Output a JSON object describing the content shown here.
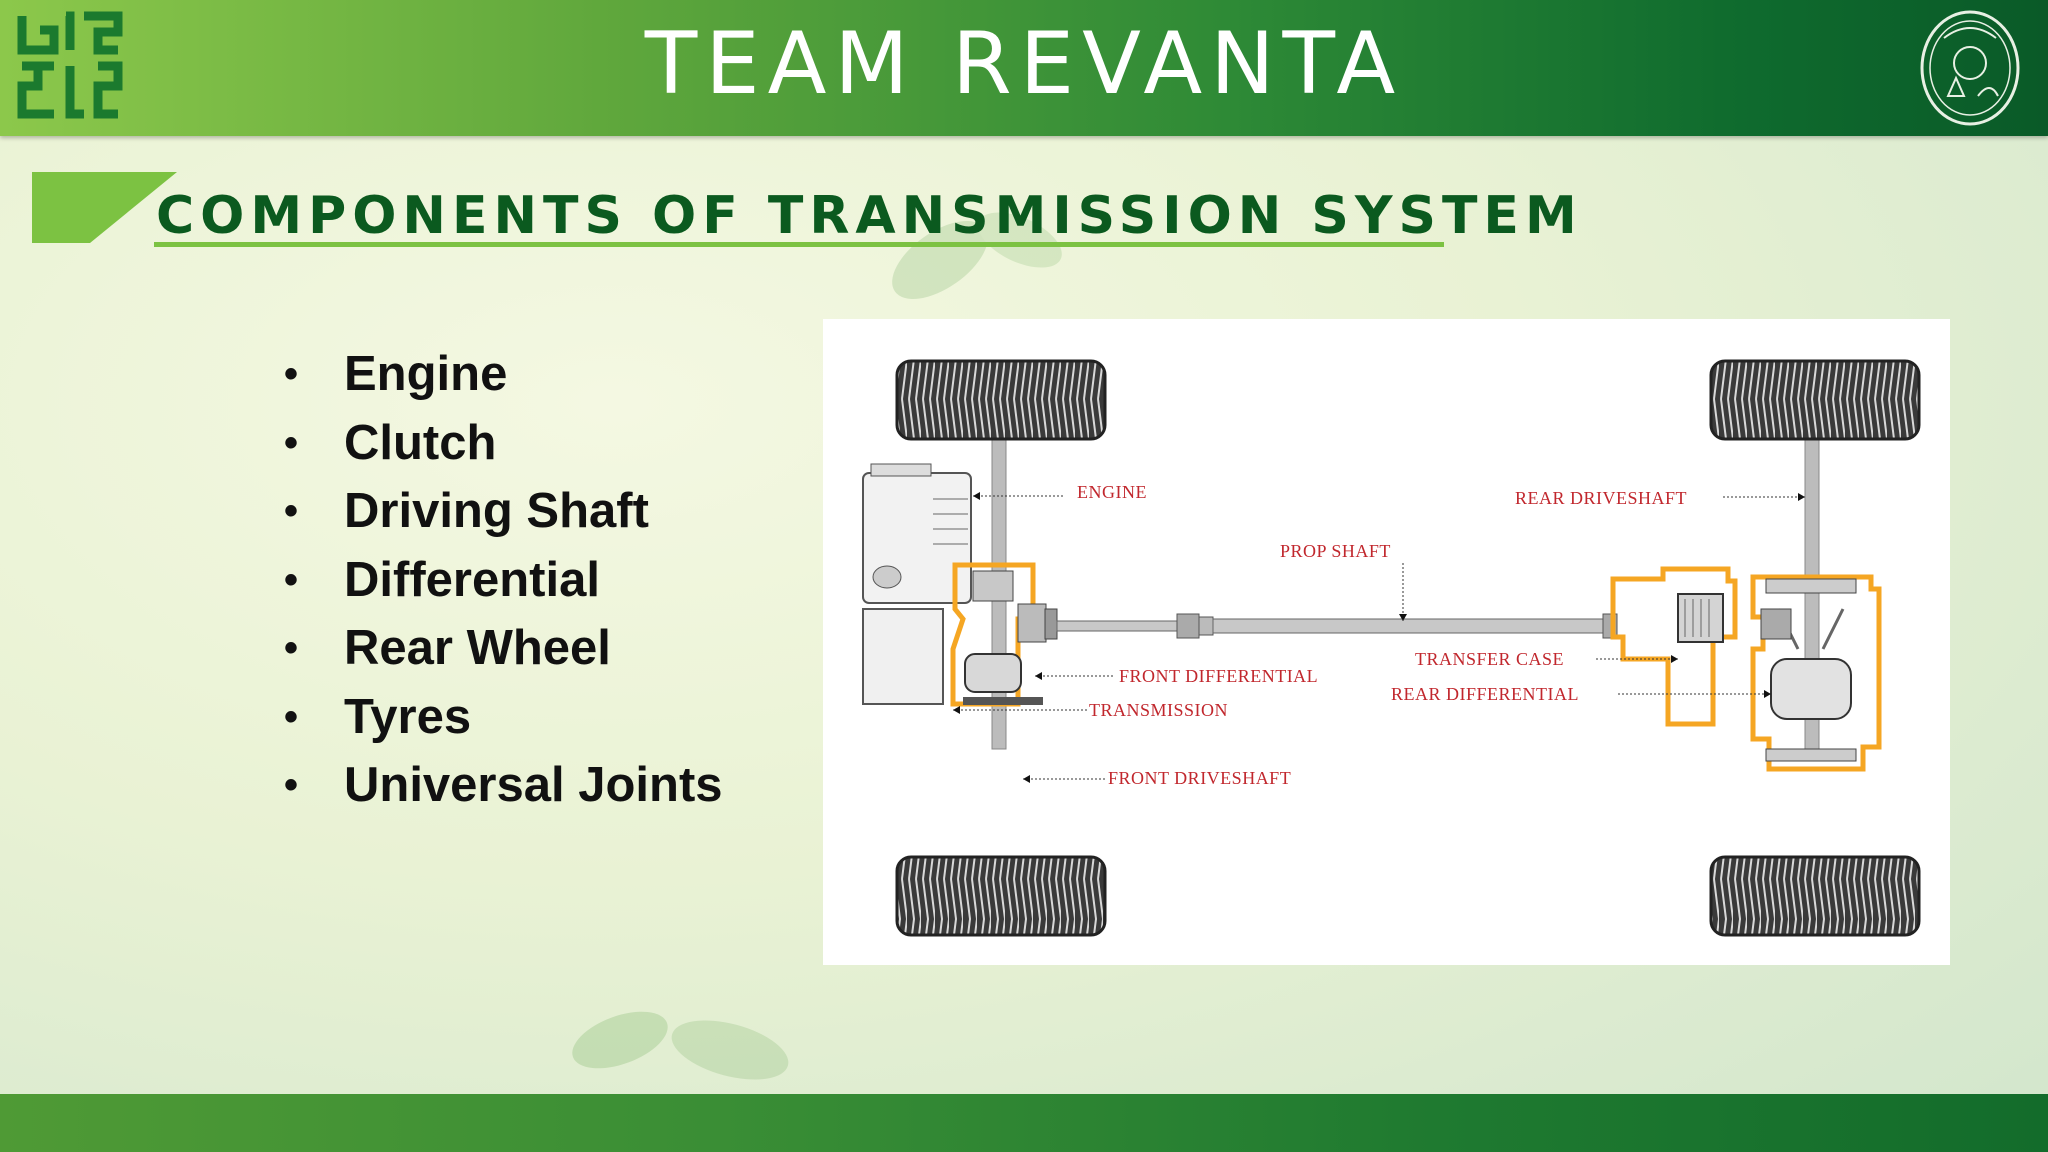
{
  "header": {
    "title": "TEAM REVANTA"
  },
  "slide": {
    "heading": "COMPONENTS OF TRANSMISSION SYSTEM"
  },
  "bullets": [
    "Engine",
    "Clutch",
    "Driving Shaft",
    "Differential",
    "Rear Wheel",
    "Tyres",
    "Universal Joints"
  ],
  "diagram": {
    "labels": {
      "engine": "ENGINE",
      "prop_shaft": "PROP SHAFT",
      "rear_driveshaft": "REAR DRIVESHAFT",
      "front_differential": "FRONT DIFFERENTIAL",
      "transmission": "TRANSMISSION",
      "transfer_case": "TRANSFER CASE",
      "rear_differential": "REAR DIFFERENTIAL",
      "front_driveshaft": "FRONT DRIVESHAFT"
    }
  },
  "colors": {
    "brand_green": "#0b5a1f",
    "accent_green": "#7cc242",
    "highlight_orange": "#f5a623",
    "label_red": "#c1272d"
  }
}
